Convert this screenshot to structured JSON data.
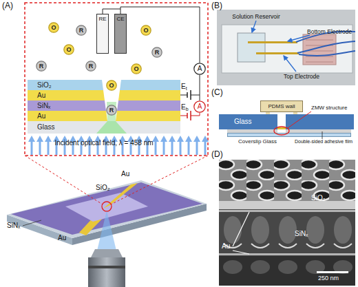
{
  "diagram": {
    "nodes": [
      {
        "text": [
          "RE"
        ]
      },
      {
        "text": [
          "CE"
        ]
      },
      {
        "text": [
          "O"
        ]
      },
      {
        "text": [
          "R"
        ]
      },
      {
        "text": [
          "O"
        ]
      },
      {
        "text": [
          "O"
        ]
      },
      {
        "text": [
          "R"
        ]
      },
      {
        "text": [
          "R"
        ]
      },
      {
        "text": [
          "R"
        ]
      },
      {
        "text": [
          "O"
        ]
      },
      {
        "text": [
          "A"
        ]
      },
      {
        "text": [
          "SiO₂"
        ]
      },
      {
        "text": [
          "Au"
        ]
      },
      {
        "text": [
          "O"
        ]
      },
      {
        "text": [
          "SiNₓ"
        ]
      },
      {
        "text": [
          "A"
        ]
      },
      {
        "text": [
          "Au"
        ]
      },
      {
        "text": [
          "R"
        ]
      },
      {
        "text": [
          "Glass"
        ]
      },
      {
        "text": [
          "PDMS wall"
        ]
      },
      {
        "text": [
          "Glass"
        ]
      },
      {
        "text": [
          "Coverslip Glass"
        ]
      }
    ],
    "labels": [
      "(A)",
      "Et",
      "Eb",
      "Incident optical field, λ = 458 nm",
      "Au",
      "SiO₂",
      "Au",
      "SiNₓ",
      "(B)",
      "Solution Reservoir",
      "Bottom Electrode",
      "Top Electrode",
      "(C)",
      "ZMW structure",
      "Double-sided adhesive film",
      "(D)",
      "SiO₂",
      "SiNₓ",
      "Au",
      "250 nm"
    ]
  }
}
